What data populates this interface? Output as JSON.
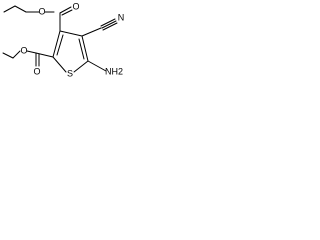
{
  "molecule": {
    "atoms": {
      "O1": "O",
      "O2": "O",
      "O3": "O",
      "O4": "O",
      "N": "N",
      "S": "S",
      "NH2": "NH2"
    }
  }
}
